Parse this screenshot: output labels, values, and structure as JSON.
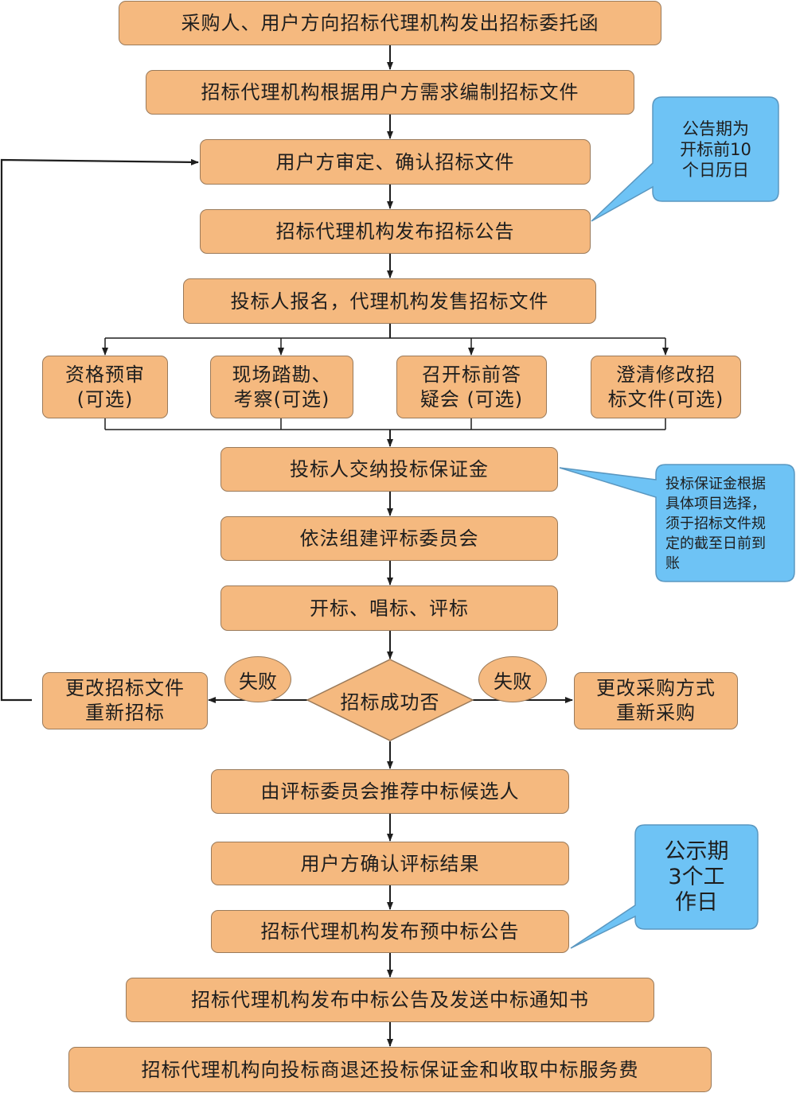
{
  "steps": {
    "s1": "采购人、用户方向招标代理机构发出招标委托函",
    "s2": "招标代理机构根据用户方需求编制招标文件",
    "s3": "用户方审定、确认招标文件",
    "s4": "招标代理机构发布招标公告",
    "s5": "投标人报名，代理机构发售招标文件",
    "s6": "投标人交纳投标保证金",
    "s7": "依法组建评标委员会",
    "s8": "开标、唱标、评标",
    "s9": "由评标委员会推荐中标候选人",
    "s10": "用户方确认评标结果",
    "s11": "招标代理机构发布预中标公告",
    "s12": "招标代理机构发布中标公告及发送中标通知书",
    "s13": "招标代理机构向投标商退还投标保证金和收取中标服务费"
  },
  "options": {
    "o1": "资格预审\n(可选)",
    "o2": "现场踏勘、\n考察(可选)",
    "o3": "召开标前答\n疑会 (可选)",
    "o4": "澄清修改招\n标文件(可选)"
  },
  "decision": {
    "label": "招标成功否",
    "fail_left": "失败",
    "fail_right": "失败",
    "left_outcome": "更改招标文件\n重新招标",
    "right_outcome": "更改采购方式\n重新采购"
  },
  "notes": {
    "n1": "公告期为\n开标前10\n个日历日",
    "n2": "投标保证金根据\n具体项目选择，\n须于招标文件规\n定的截至日前到\n账",
    "n3": "公示期\n3个工\n作日"
  },
  "colors": {
    "box_fill": "#f5b97f",
    "box_border": "#9a7a5a",
    "note_fill": "#6ec3f5",
    "note_border": "#5a97c0",
    "line": "#1e1e1e"
  }
}
